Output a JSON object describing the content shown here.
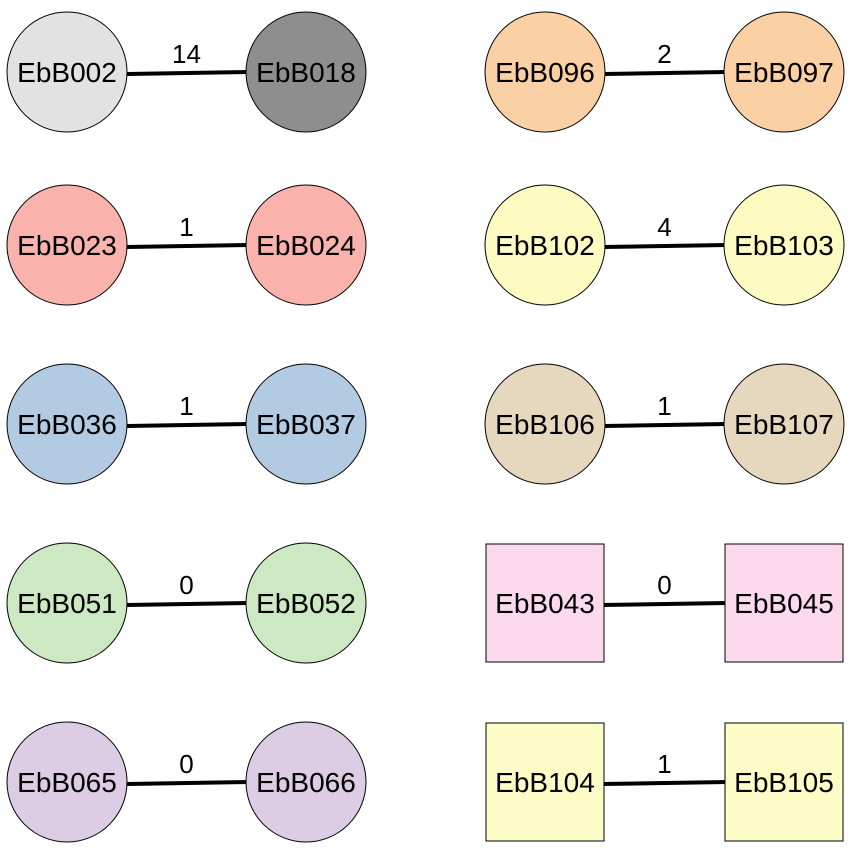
{
  "colors": {
    "edge": "#000000",
    "node_stroke": "#000000"
  },
  "edges": [
    {
      "source": "EbB002",
      "target": "EbB018",
      "label": "14",
      "shape": "circle",
      "source_fill": "#e2e2e2",
      "target_fill": "#8e8e8e"
    },
    {
      "source": "EbB096",
      "target": "EbB097",
      "label": "2",
      "shape": "circle",
      "source_fill": "#fbd0a4",
      "target_fill": "#fbd0a4"
    },
    {
      "source": "EbB023",
      "target": "EbB024",
      "label": "1",
      "shape": "circle",
      "source_fill": "#f9b3ac",
      "target_fill": "#f9b3ac"
    },
    {
      "source": "EbB102",
      "target": "EbB103",
      "label": "4",
      "shape": "circle",
      "source_fill": "#fdfbc2",
      "target_fill": "#fdfbc2"
    },
    {
      "source": "EbB036",
      "target": "EbB037",
      "label": "1",
      "shape": "circle",
      "source_fill": "#b2cbe3",
      "target_fill": "#b2cbe3"
    },
    {
      "source": "EbB106",
      "target": "EbB107",
      "label": "1",
      "shape": "circle",
      "source_fill": "#e5d8bf",
      "target_fill": "#e5d8bf"
    },
    {
      "source": "EbB051",
      "target": "EbB052",
      "label": "0",
      "shape": "circle",
      "source_fill": "#cce9c4",
      "target_fill": "#cce9c4"
    },
    {
      "source": "EbB043",
      "target": "EbB045",
      "label": "0",
      "shape": "square",
      "source_fill": "#fcd9ed",
      "target_fill": "#fcd9ed"
    },
    {
      "source": "EbB065",
      "target": "EbB066",
      "label": "0",
      "shape": "circle",
      "source_fill": "#ddcde4",
      "target_fill": "#ddcde4"
    },
    {
      "source": "EbB104",
      "target": "EbB105",
      "label": "1",
      "shape": "square",
      "source_fill": "#fdfbc6",
      "target_fill": "#fdfbc6"
    }
  ]
}
